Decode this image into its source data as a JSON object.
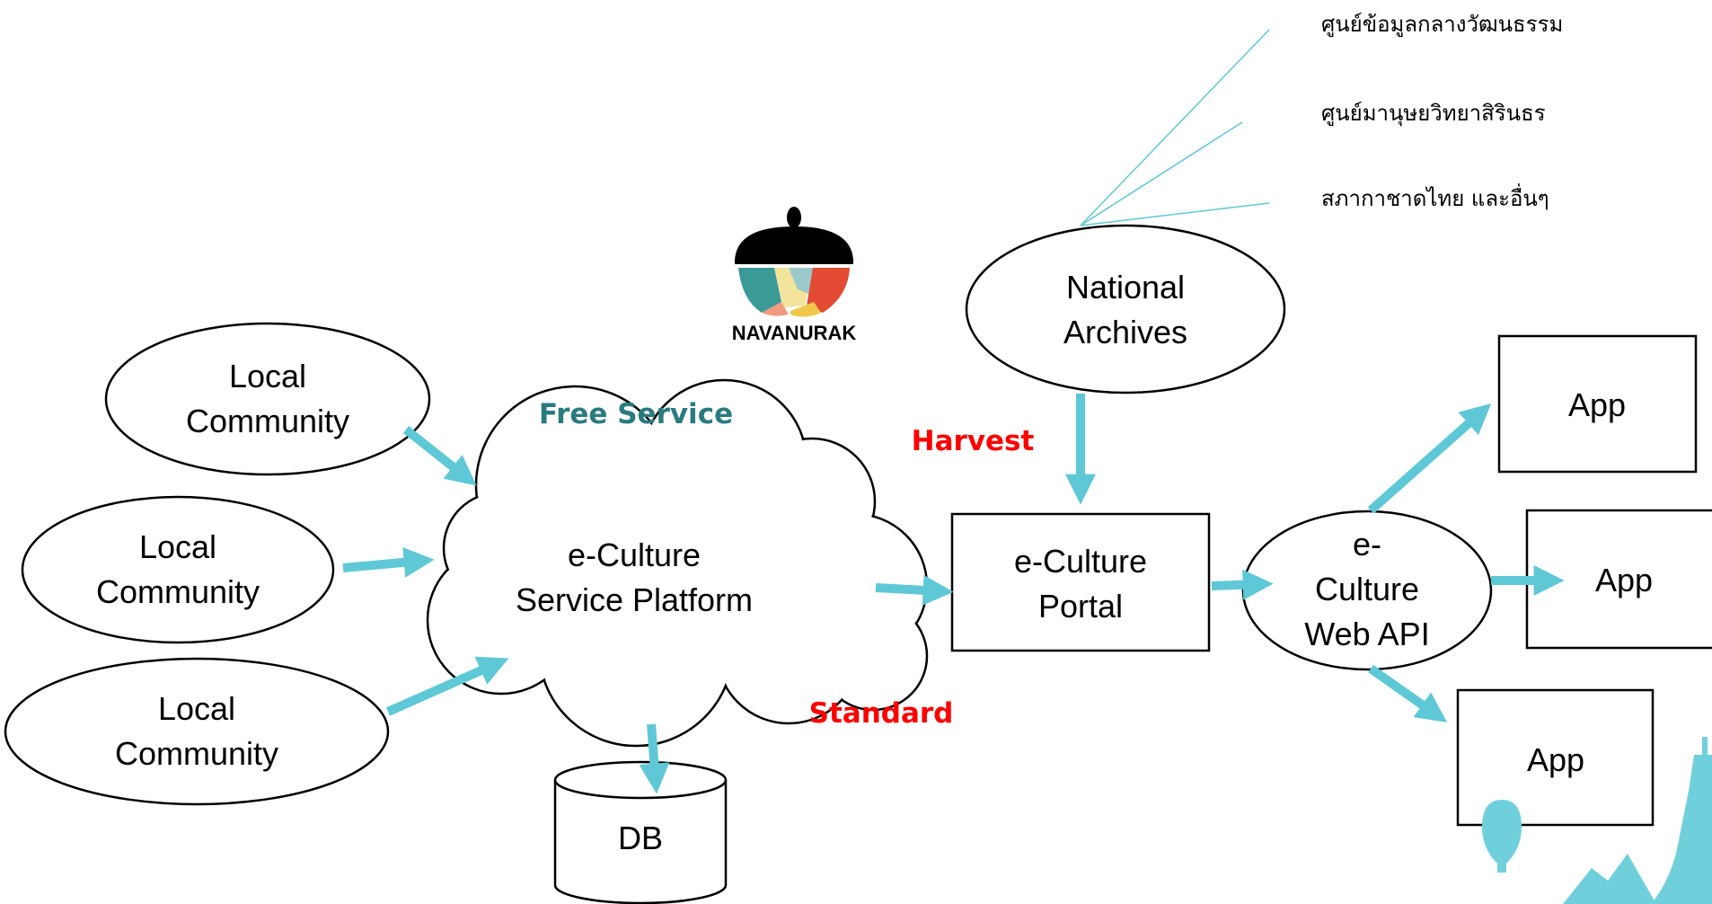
{
  "logo": {
    "text": "NAVANURAK"
  },
  "sources": [
    {
      "line1": "Local",
      "line2": "Community"
    },
    {
      "line1": "Local",
      "line2": "Community"
    },
    {
      "line1": "Local",
      "line2": "Community"
    }
  ],
  "platform": {
    "line1": "e-Culture",
    "line2": "Service Platform"
  },
  "db": {
    "label": "DB"
  },
  "portal": {
    "line1": "e-Culture",
    "line2": "Portal"
  },
  "archives": {
    "line1": "National",
    "line2": "Archives"
  },
  "archive_members": [
    "ศูนย์ข้อมูลกลางวัฒนธรรม",
    "ศูนย์มานุษยวิทยาสิรินธร",
    "สภากาชาดไทย และอื่นๆ"
  ],
  "web_api": {
    "line1": "e-",
    "line2": "Culture",
    "line3": "Web API"
  },
  "apps": [
    "App",
    "App",
    "App"
  ],
  "tags": {
    "free_service": "Free Service",
    "harvest": "Harvest",
    "standard": "Standard"
  },
  "colors": {
    "arrow": "#5ec8d6",
    "free_service": "#2a7b80",
    "harvest": "#ff0000",
    "standard": "#ff0000",
    "decor": "#6fd0dc"
  }
}
